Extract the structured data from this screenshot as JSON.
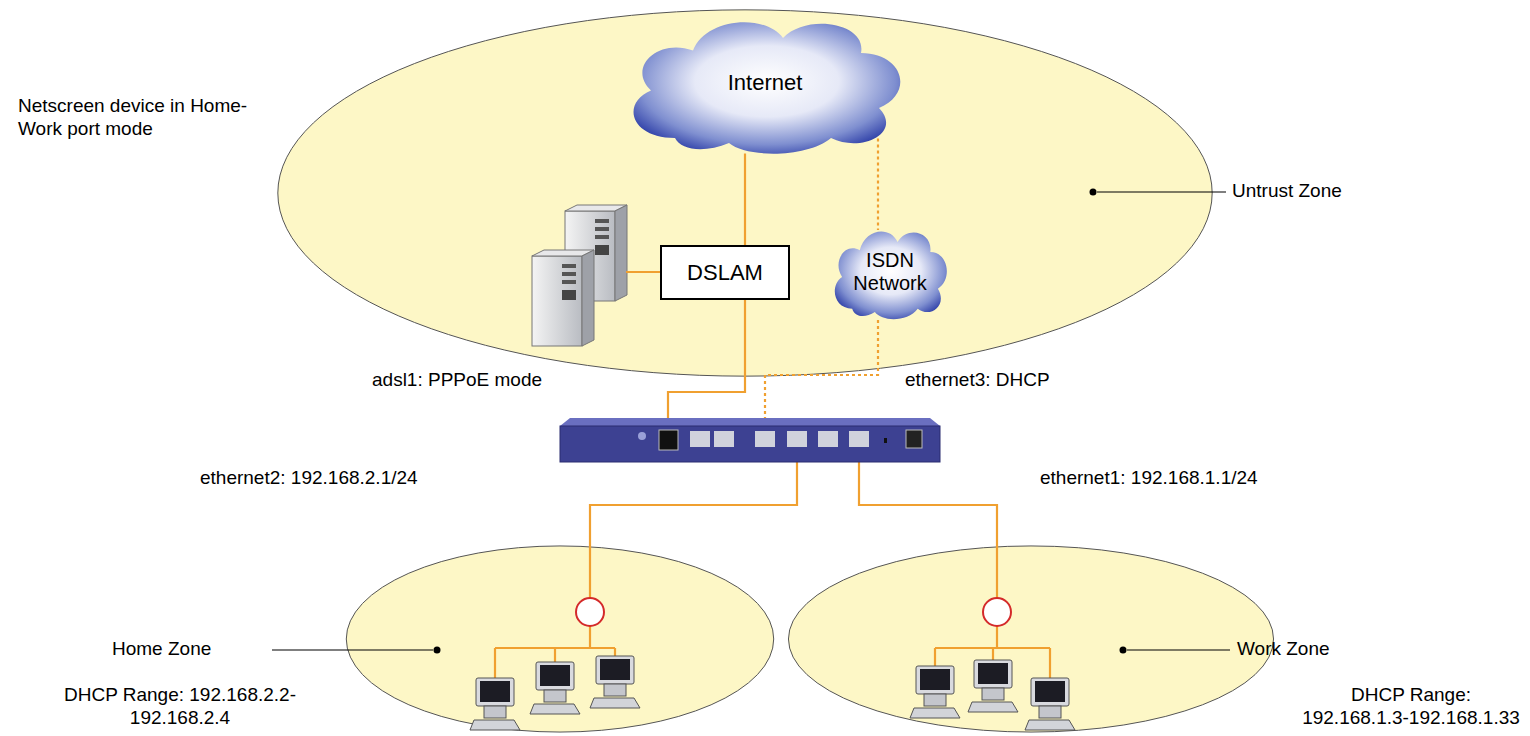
{
  "diagram": {
    "title": "Netscreen device in Home-Work port mode",
    "nodes": [
      {
        "text": [
          "Untrust Zone"
        ]
      },
      {
        "text": [
          "Internet"
        ],
        "in": 0
      },
      {
        "text": [
          "DSLAM"
        ],
        "in": 0
      },
      {
        "text": [
          "ISDN Network"
        ],
        "in": 0
      },
      {
        "text": [
          "Home Zone"
        ]
      },
      {
        "text": [
          "Work Zone"
        ]
      }
    ],
    "edges": [
      {
        "from": 1,
        "to": 2,
        "arrow": "none"
      },
      {
        "from": 1,
        "to": 3,
        "arrow": "none"
      }
    ],
    "labels": [
      "adsl1: PPPoE mode",
      "ethernet3: DHCP",
      "ethernet2: 192.168.2.1/24",
      "ethernet1: 192.168.1.1/24",
      "DHCP Range: 192.168.2.2-192.168.2.4",
      "DHCP Range: 192.168.1.3-192.168.1.33"
    ]
  }
}
